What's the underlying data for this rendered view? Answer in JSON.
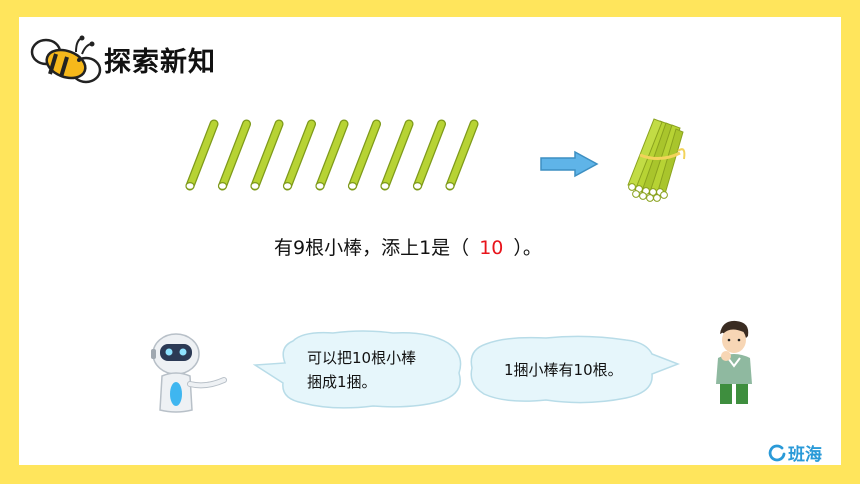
{
  "header": {
    "title": "探索新知"
  },
  "main": {
    "sticks_count": 9,
    "sentence_prefix": "有9根小棒，添上1是（",
    "answer": "10",
    "sentence_suffix": "）。"
  },
  "dialogue": {
    "robot_line1": "可以把10根小棒",
    "robot_line2": "捆成1捆。",
    "boy_line": "1捆小棒有10根。"
  },
  "footer": {
    "brand": "班海"
  },
  "colors": {
    "background": "#FFE55C",
    "stick": "#B7D334",
    "answer": "#E8141B",
    "bubble": "#E6F6FB",
    "arrow": "#5FB4E8"
  }
}
